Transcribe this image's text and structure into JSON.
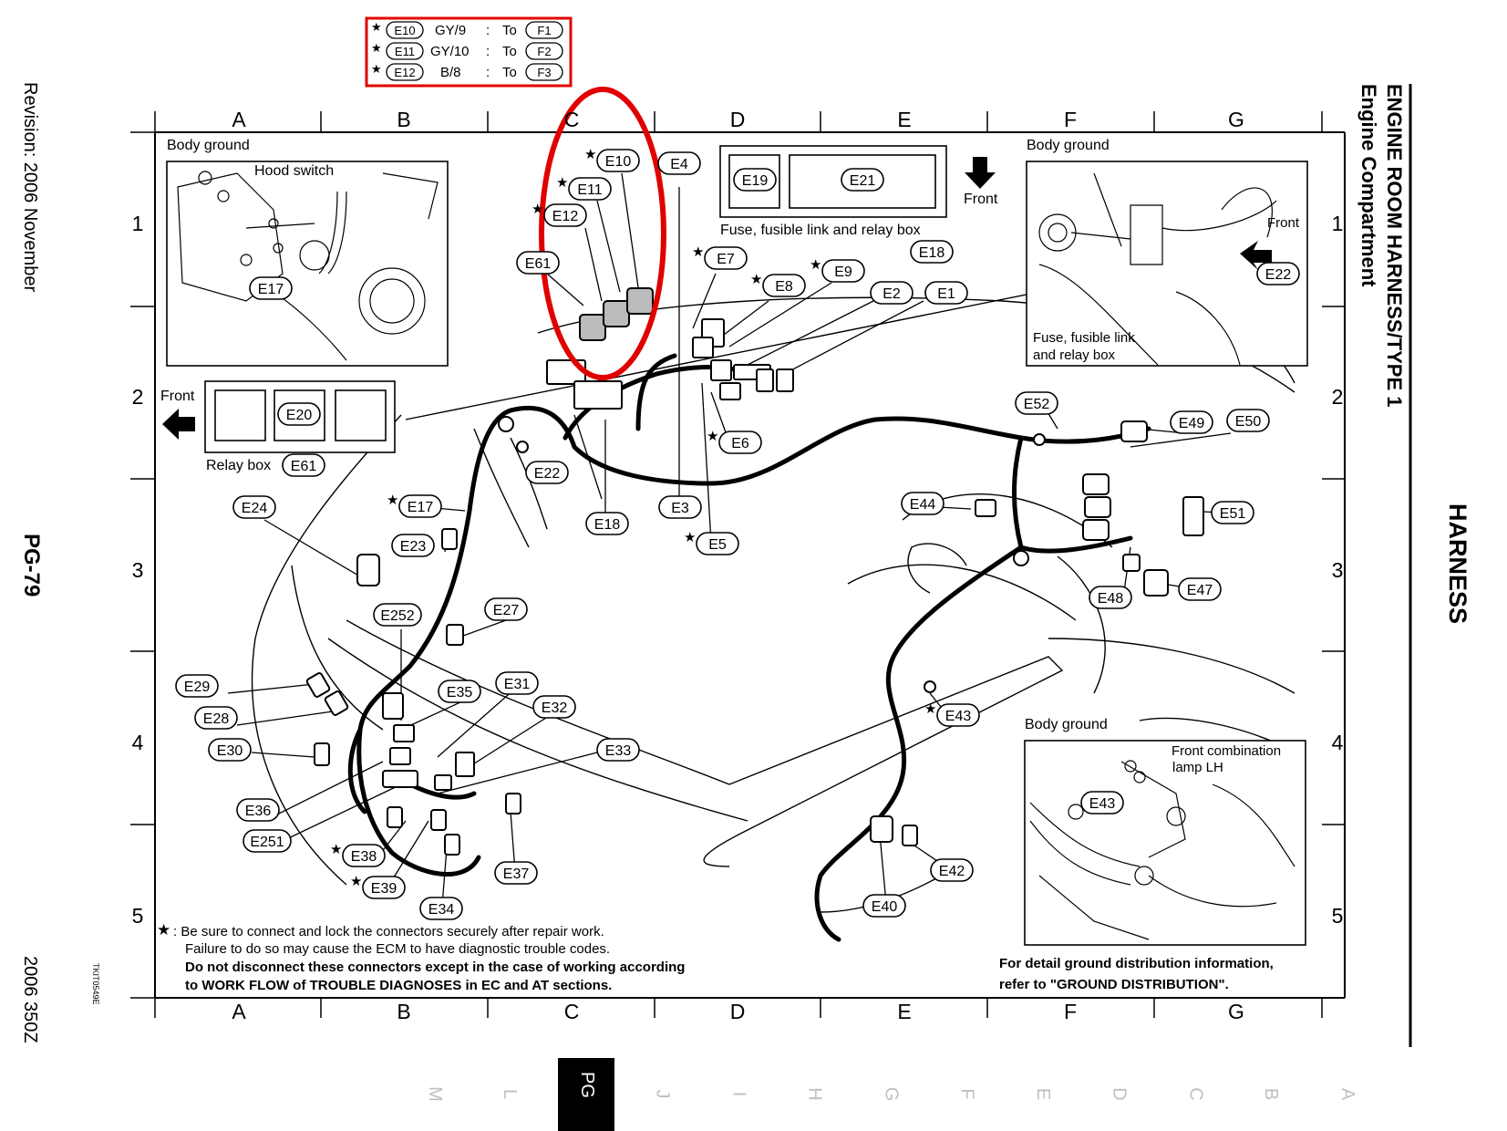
{
  "page": {
    "revision": "Revision: 2006 November",
    "page_id": "PG-79",
    "model": "2006 350Z",
    "title_line1": "ENGINE ROOM HARNESS/TYPE 1",
    "title_line2": "Engine Compartment",
    "section": "HARNESS",
    "figure_code": "TKIT0549E"
  },
  "grid": {
    "columns": [
      "A",
      "B",
      "C",
      "D",
      "E",
      "F",
      "G"
    ],
    "rows": [
      "1",
      "2",
      "3",
      "4",
      "5"
    ]
  },
  "callout_table": {
    "rows": [
      {
        "star": "★",
        "connector": "E10",
        "wire": "GY/9",
        "sep": ":",
        "to_label": "To",
        "target": "F1"
      },
      {
        "star": "★",
        "connector": "E11",
        "wire": "GY/10",
        "sep": ":",
        "to_label": "To",
        "target": "F2"
      },
      {
        "star": "★",
        "connector": "E12",
        "wire": "B/8",
        "sep": ":",
        "to_label": "To",
        "target": "F3"
      }
    ],
    "highlight_color": "#e00000"
  },
  "insets": {
    "body_ground_left": "Body ground",
    "hood_switch": "Hood switch",
    "relay_front": "Front",
    "relay_box": "Relay box",
    "fuse_box": "Fuse, fusible link and relay box",
    "fuse_front": "Front",
    "body_ground_right": "Body ground",
    "right_front": "Front",
    "right_fuse_1": "Fuse, fusible link",
    "right_fuse_2": "and relay box",
    "body_ground_bottom": "Body ground",
    "front_combo_1": "Front combination",
    "front_combo_2": "lamp LH"
  },
  "connectors": [
    "E1",
    "E2",
    "E3",
    "E4",
    "E5",
    "E6",
    "E7",
    "E8",
    "E9",
    "E10",
    "E11",
    "E12",
    "E17",
    "E18",
    "E19",
    "E20",
    "E21",
    "E22",
    "E23",
    "E24",
    "E27",
    "E28",
    "E29",
    "E30",
    "E31",
    "E32",
    "E33",
    "E34",
    "E35",
    "E36",
    "E37",
    "E38",
    "E39",
    "E40",
    "E42",
    "E43",
    "E44",
    "E47",
    "E48",
    "E49",
    "E50",
    "E51",
    "E52",
    "E61",
    "E251",
    "E252"
  ],
  "notes": {
    "star": "★",
    "line1": ": Be sure to connect and lock the connectors securely after repair work.",
    "line2": "Failure to do so may cause the ECM to have diagnostic trouble codes.",
    "line3": "Do not disconnect these connectors except in the case of working according",
    "line4": "to WORK FLOW of TROUBLE DIAGNOSES in EC and AT sections.",
    "ground_line1": "For detail ground distribution information,",
    "ground_line2": "refer to \"GROUND DISTRIBUTION\"."
  },
  "tabs": [
    "M",
    "L",
    "PG",
    "J",
    "I",
    "H",
    "G",
    "F",
    "E",
    "D",
    "C",
    "B",
    "A"
  ],
  "active_tab": "PG"
}
